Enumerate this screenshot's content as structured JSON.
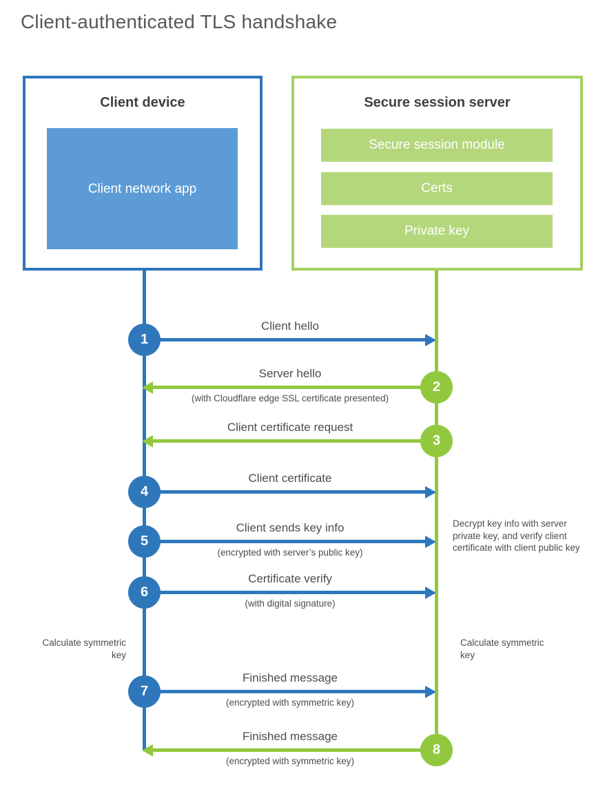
{
  "title": "Client-authenticated TLS handshake",
  "client_box": {
    "title": "Client device",
    "app_label": "Client network app"
  },
  "server_box": {
    "title": "Secure session server",
    "modules": [
      "Secure session module",
      "Certs",
      "Private key"
    ]
  },
  "steps": [
    {
      "num": "1",
      "origin": "client",
      "direction": "right",
      "label": "Client hello",
      "sublabel": ""
    },
    {
      "num": "2",
      "origin": "server",
      "direction": "left",
      "label": "Server hello",
      "sublabel": "(with Cloudflare edge SSL certificate presented)"
    },
    {
      "num": "3",
      "origin": "server",
      "direction": "left",
      "label": "Client certificate request",
      "sublabel": ""
    },
    {
      "num": "4",
      "origin": "client",
      "direction": "right",
      "label": "Client certificate",
      "sublabel": ""
    },
    {
      "num": "5",
      "origin": "client",
      "direction": "right",
      "label": "Client sends key info",
      "sublabel": "(encrypted with server’s public key)"
    },
    {
      "num": "6",
      "origin": "client",
      "direction": "right",
      "label": "Certificate verify",
      "sublabel": "(with digital signature)"
    },
    {
      "num": "7",
      "origin": "client",
      "direction": "right",
      "label": "Finished message",
      "sublabel": "(encrypted with symmetric key)"
    },
    {
      "num": "8",
      "origin": "server",
      "direction": "left",
      "label": "Finished message",
      "sublabel": "(encrypted with symmetric key)"
    }
  ],
  "annotations": {
    "decrypt_note": "Decrypt key info with server private key, and verify client certificate with client public key",
    "calc_left": "Calculate symmetric key",
    "calc_right": "Calculate symmetric key"
  },
  "colors": {
    "blue": "#2e77bb",
    "blue_fill": "#5c9bd5",
    "green": "#92c83e",
    "green_border": "#a5d161",
    "green_fill": "#b4d77c",
    "text": "#4c4c4e",
    "title": "#57585a"
  }
}
